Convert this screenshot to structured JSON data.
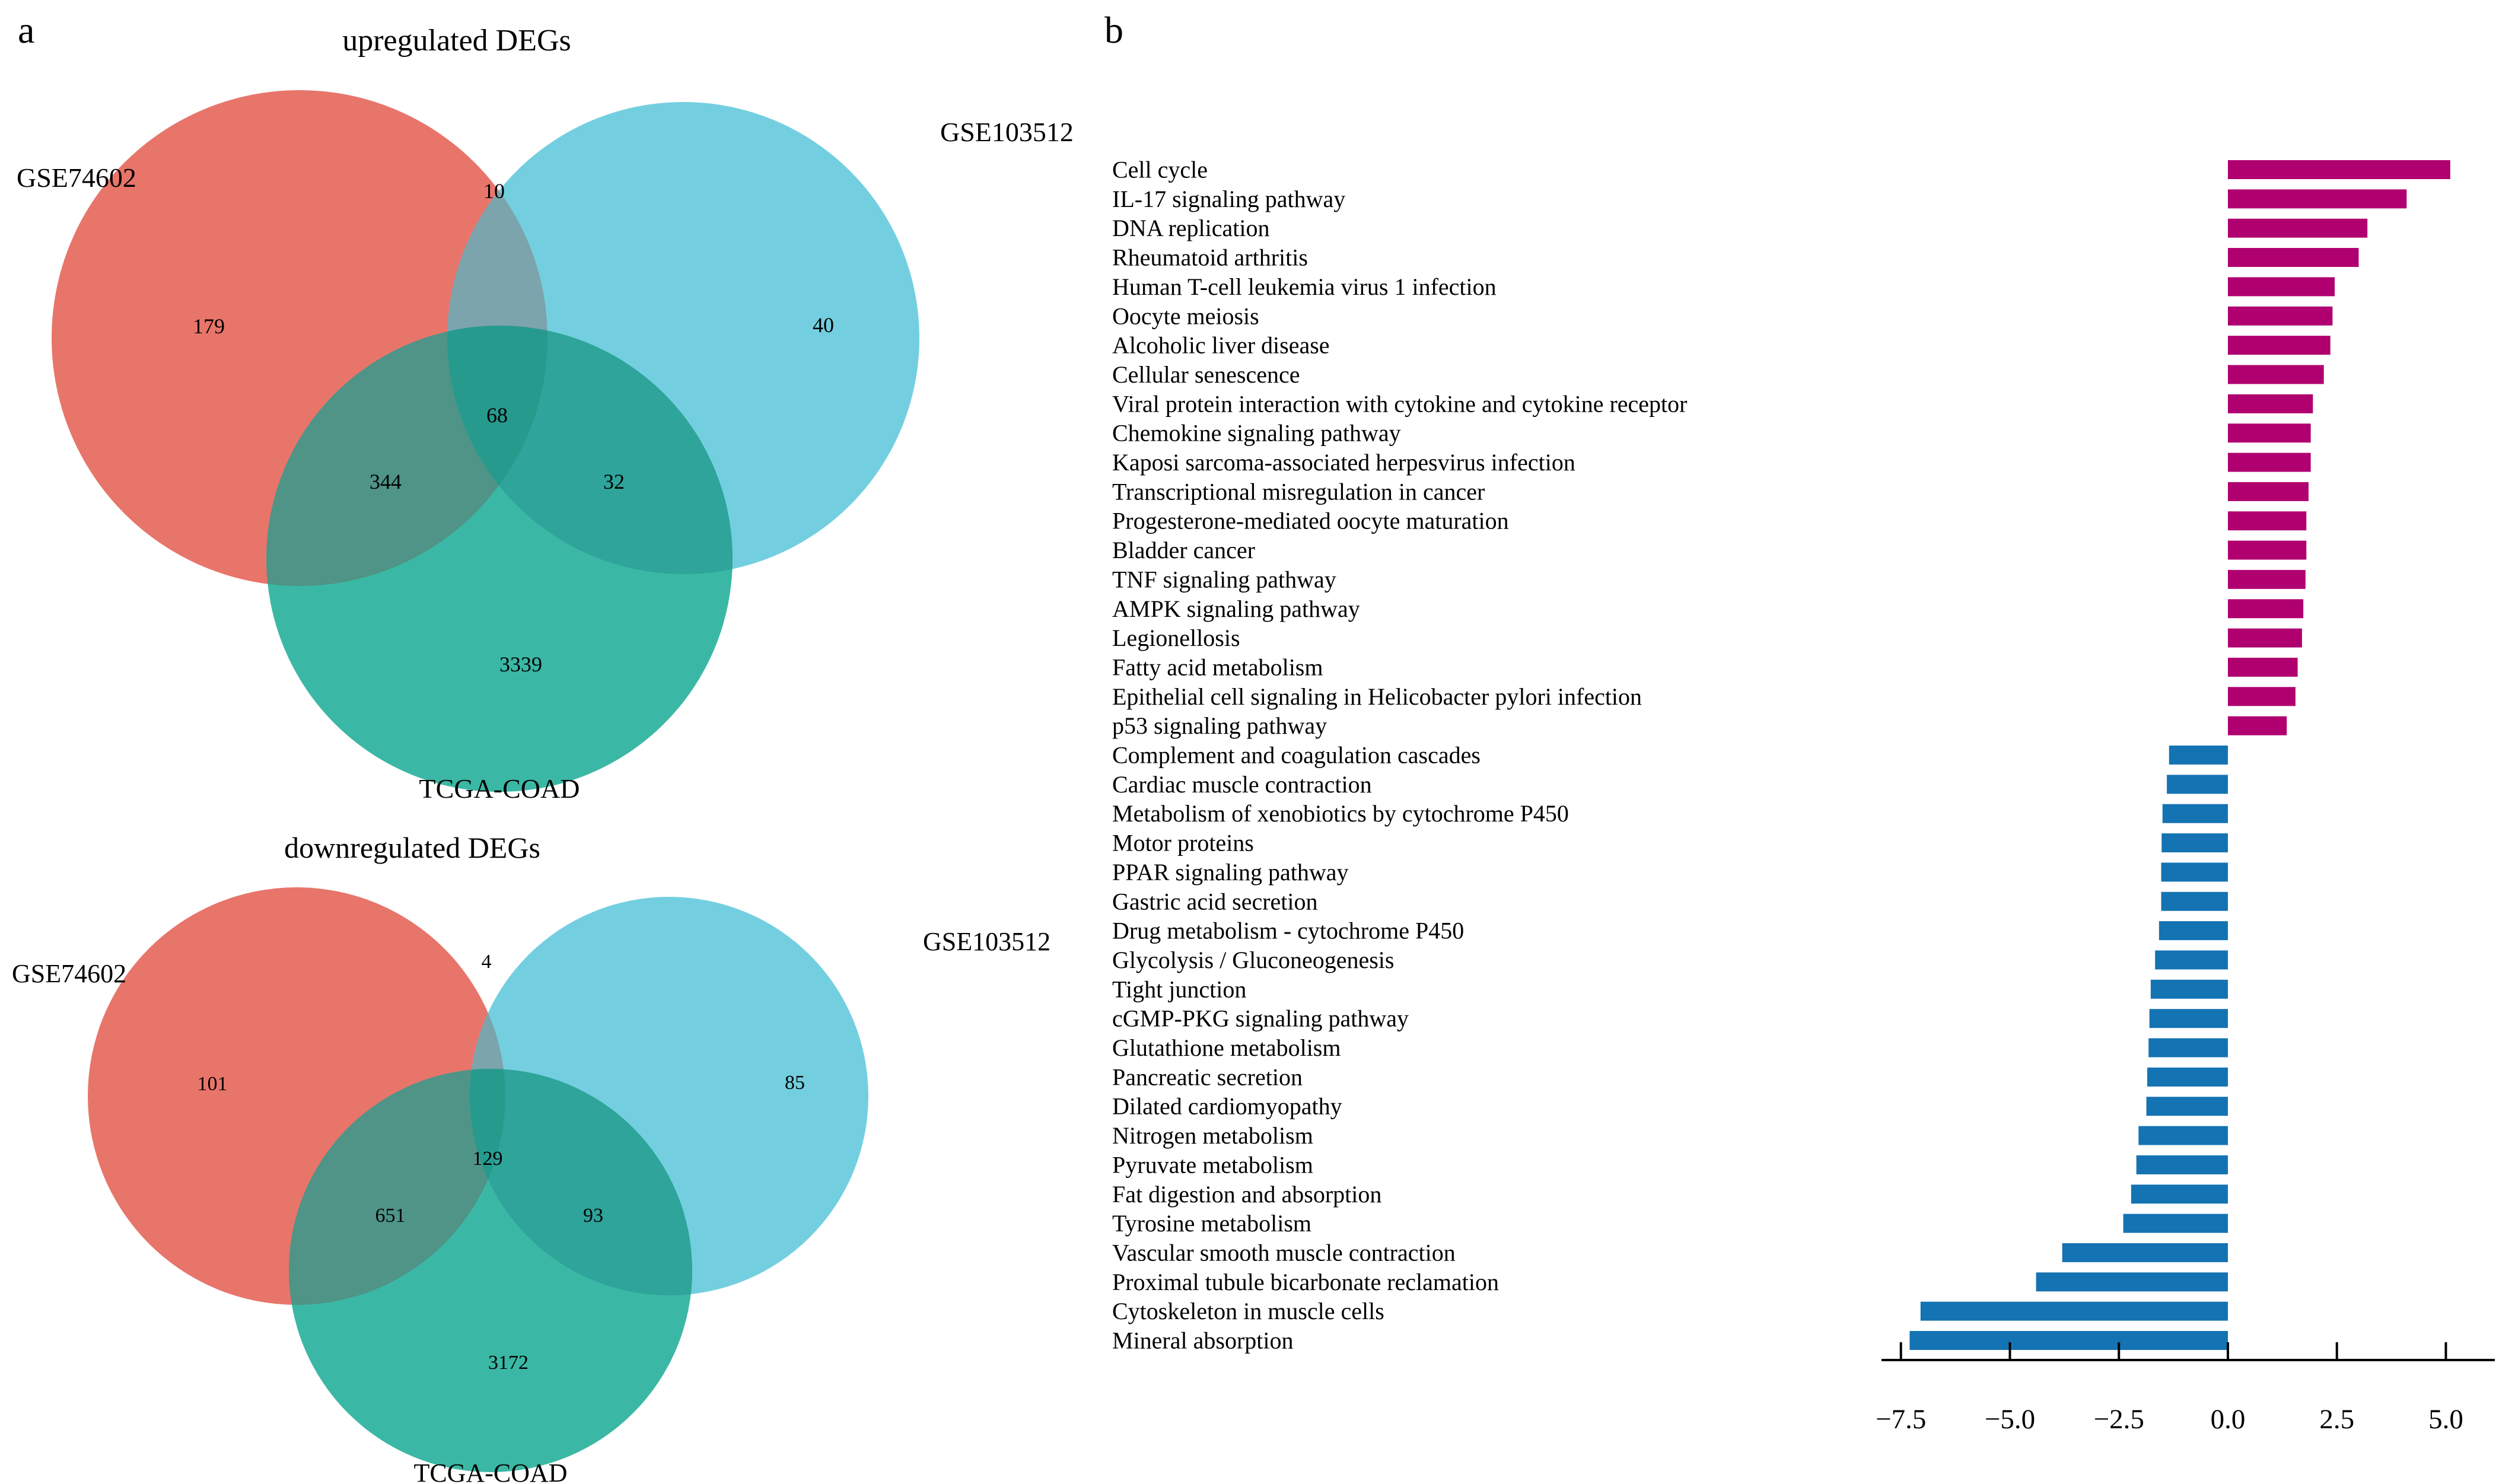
{
  "figure": {
    "panel_a_label": "a",
    "panel_b_label": "b"
  },
  "colors": {
    "background": "#ffffff",
    "bar_positive": "#b0006f",
    "bar_negative": "#1473b3",
    "axis": "#000000",
    "venn_set_a": "#e8756a",
    "venn_set_b": "#73cfe0",
    "venn_set_c": "#3bb8a5",
    "venn_ab": "#7ba4ad",
    "venn_ac": "#4f9486",
    "venn_bc": "#2ea49a",
    "venn_abc": "#279a8e"
  },
  "chart_data": [
    {
      "type": "venn",
      "title": "upregulated DEGs",
      "sets": [
        "GSE74602",
        "GSE103512",
        "TCGA-COAD"
      ],
      "regions": {
        "a_only": "179",
        "b_only": "40",
        "c_only": "3339",
        "ab": "10",
        "ac": "344",
        "bc": "32",
        "abc": "68"
      }
    },
    {
      "type": "venn",
      "title": "downregulated DEGs",
      "sets": [
        "GSE74602",
        "GSE103512",
        "TCGA-COAD"
      ],
      "regions": {
        "a_only": "101",
        "b_only": "85",
        "c_only": "3172",
        "ab": "4",
        "ac": "651",
        "bc": "93",
        "abc": "129"
      }
    },
    {
      "type": "bar",
      "orientation": "horizontal",
      "title": "",
      "xlabel": "",
      "ylabel": "",
      "xlim": [
        -8.2,
        5.8
      ],
      "grid": false,
      "x_ticks": [
        -7.5,
        -5.0,
        -2.5,
        0.0,
        2.5,
        5.0
      ],
      "x_tick_labels": [
        "−7.5",
        "−5.0",
        "−2.5",
        "0.0",
        "2.5",
        "5.0"
      ],
      "positive_color": "#b0006f",
      "negative_color": "#1473b3",
      "categories": [
        "Cell cycle",
        "IL-17 signaling pathway",
        "DNA replication",
        "Rheumatoid arthritis",
        "Human T-cell leukemia virus 1 infection",
        "Oocyte meiosis",
        "Alcoholic liver disease",
        "Cellular senescence",
        "Viral protein interaction with cytokine and cytokine receptor",
        "Chemokine signaling pathway",
        "Kaposi sarcoma-associated herpesvirus infection",
        "Transcriptional misregulation in cancer",
        "Progesterone-mediated oocyte maturation",
        "Bladder cancer",
        "TNF signaling pathway",
        "AMPK signaling pathway",
        "Legionellosis",
        "Fatty acid metabolism",
        "Epithelial cell signaling in Helicobacter pylori infection",
        "p53 signaling pathway",
        "Complement and coagulation cascades",
        "Cardiac muscle contraction",
        "Metabolism of xenobiotics by cytochrome P450",
        "Motor proteins",
        "PPAR signaling pathway",
        "Gastric acid secretion",
        "Drug metabolism - cytochrome P450",
        "Glycolysis / Gluconeogenesis",
        "Tight junction",
        "cGMP-PKG signaling pathway",
        "Glutathione metabolism",
        "Pancreatic secretion",
        "Dilated cardiomyopathy",
        "Nitrogen metabolism",
        "Pyruvate metabolism",
        "Fat digestion and absorption",
        "Tyrosine metabolism",
        "Vascular smooth muscle contraction",
        "Proximal tubule bicarbonate reclamation",
        "Cytoskeleton in muscle cells",
        "Mineral absorption"
      ],
      "values": [
        5.1,
        4.1,
        3.2,
        3.0,
        2.45,
        2.4,
        2.35,
        2.2,
        1.95,
        1.9,
        1.9,
        1.85,
        1.8,
        1.8,
        1.78,
        1.73,
        1.7,
        1.6,
        1.55,
        1.35,
        -1.35,
        -1.4,
        -1.5,
        -1.52,
        -1.53,
        -1.53,
        -1.58,
        -1.67,
        -1.77,
        -1.8,
        -1.82,
        -1.85,
        -1.87,
        -2.05,
        -2.1,
        -2.22,
        -2.4,
        -3.8,
        -4.4,
        -7.05,
        -7.3
      ]
    }
  ]
}
